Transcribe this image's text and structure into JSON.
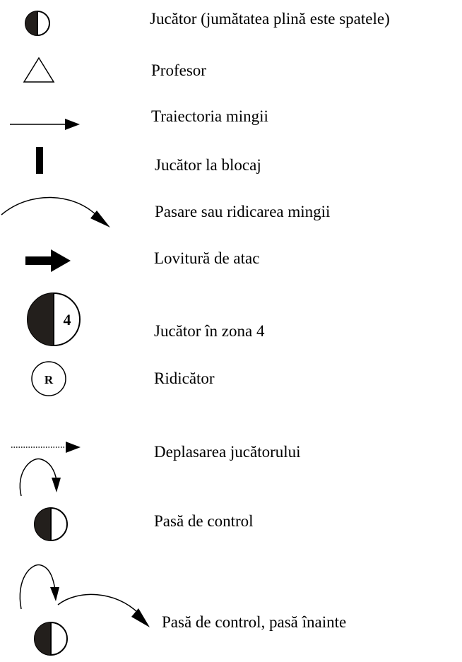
{
  "legend": {
    "items": [
      {
        "symbol": "half-filled-circle-icon",
        "label": "Jucător (jumătatea plină este spatele)"
      },
      {
        "symbol": "triangle-icon",
        "label": "Profesor"
      },
      {
        "symbol": "arrow-right-icon",
        "label": "Traiectoria mingii"
      },
      {
        "symbol": "vertical-bar-icon",
        "label": "Jucător la blocaj"
      },
      {
        "symbol": "curved-arrow-icon",
        "label": "Pasare sau ridicarea mingii"
      },
      {
        "symbol": "thick-arrow-icon",
        "label": "Lovitură de atac"
      },
      {
        "symbol": "numbered-half-circle-icon",
        "label": "Jucător în zona 4",
        "marker": "4"
      },
      {
        "symbol": "letter-circle-icon",
        "label": "Ridicător",
        "marker": "R"
      },
      {
        "symbol": "dotted-arrow-icon",
        "label": "Deplasarea jucătorului"
      },
      {
        "symbol": "control-pass-icon",
        "label": "Pasă de control"
      },
      {
        "symbol": "control-forward-pass-icon",
        "label": "Pasă de control, pasă înainte"
      }
    ]
  },
  "colors": {
    "ink": "#000000",
    "fill": "#231f1c",
    "background": "#ffffff"
  }
}
